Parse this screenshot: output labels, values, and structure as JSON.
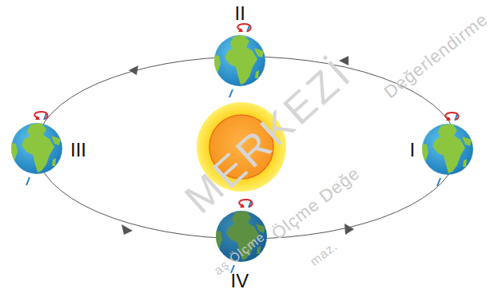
{
  "diagram": {
    "labels": [
      "II",
      "III",
      "I",
      "IV",
      "MERKEZİ",
      "Değerlendirme",
      "Ölçme Değe",
      "aş Ölçme",
      "maz."
    ]
  }
}
